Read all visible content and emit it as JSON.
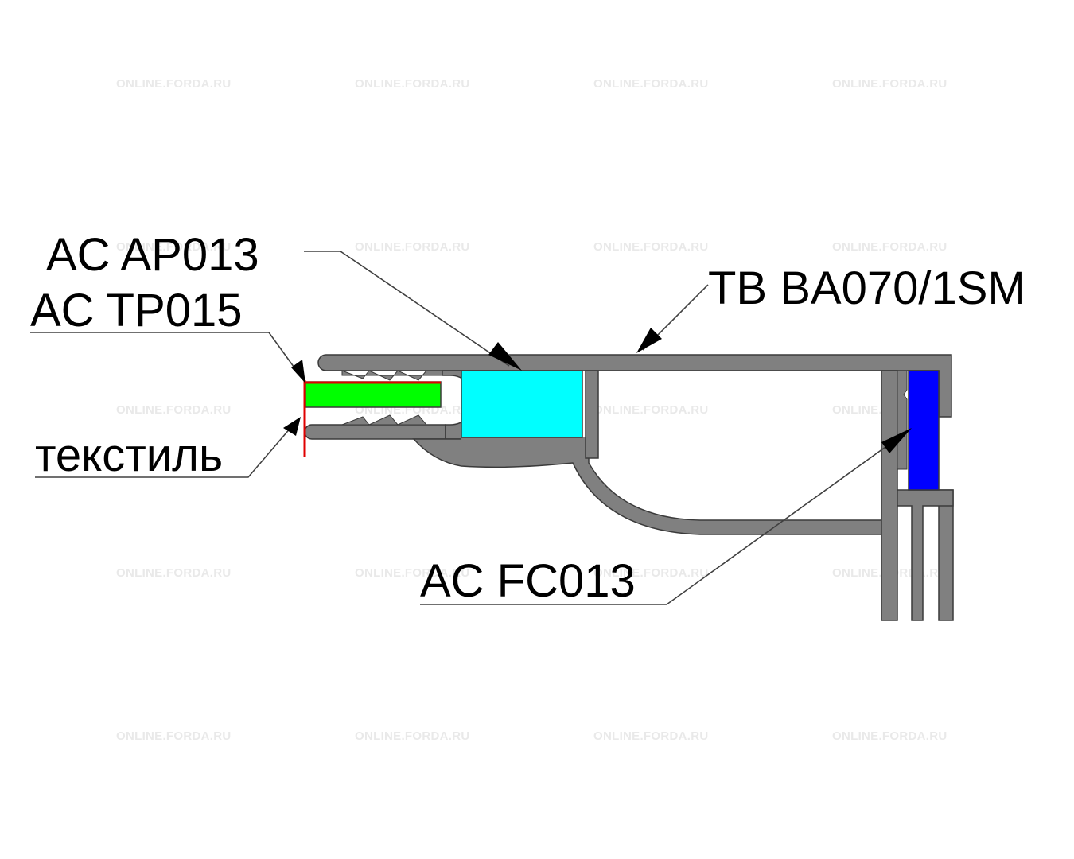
{
  "watermark": "ONLINE.FORDA.RU",
  "labels": {
    "ap013": "AC AP013",
    "tp015": "AC TP015",
    "textile": "текстиль",
    "ba070": "TB BA070/1SM",
    "fc013": "AC FC013"
  },
  "colors": {
    "profile": "#808080",
    "outline": "#3a3a3a",
    "insert_green": "#00ff00",
    "insert_cyan": "#00ffff",
    "insert_blue": "#0000ff",
    "textile_red": "#e00000"
  }
}
